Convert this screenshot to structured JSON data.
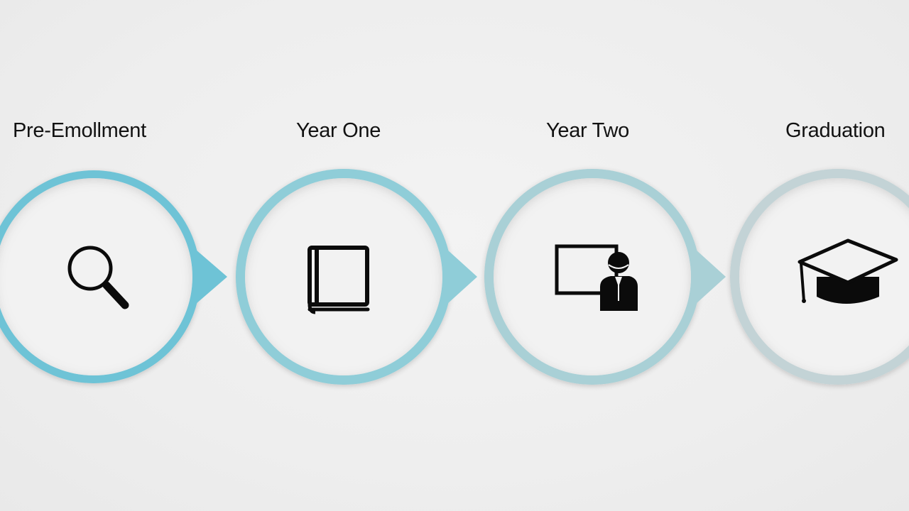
{
  "steps": [
    {
      "label": "Pre-Emollment",
      "icon": "magnifier-icon",
      "color": "#6ec3d6"
    },
    {
      "label": "Year One",
      "icon": "book-icon",
      "color": "#8fcdd8"
    },
    {
      "label": "Year Two",
      "icon": "presenter-icon",
      "color": "#a9d0d6"
    },
    {
      "label": "Graduation",
      "icon": "graduation-cap-icon",
      "color": "#c3d3d6"
    }
  ]
}
